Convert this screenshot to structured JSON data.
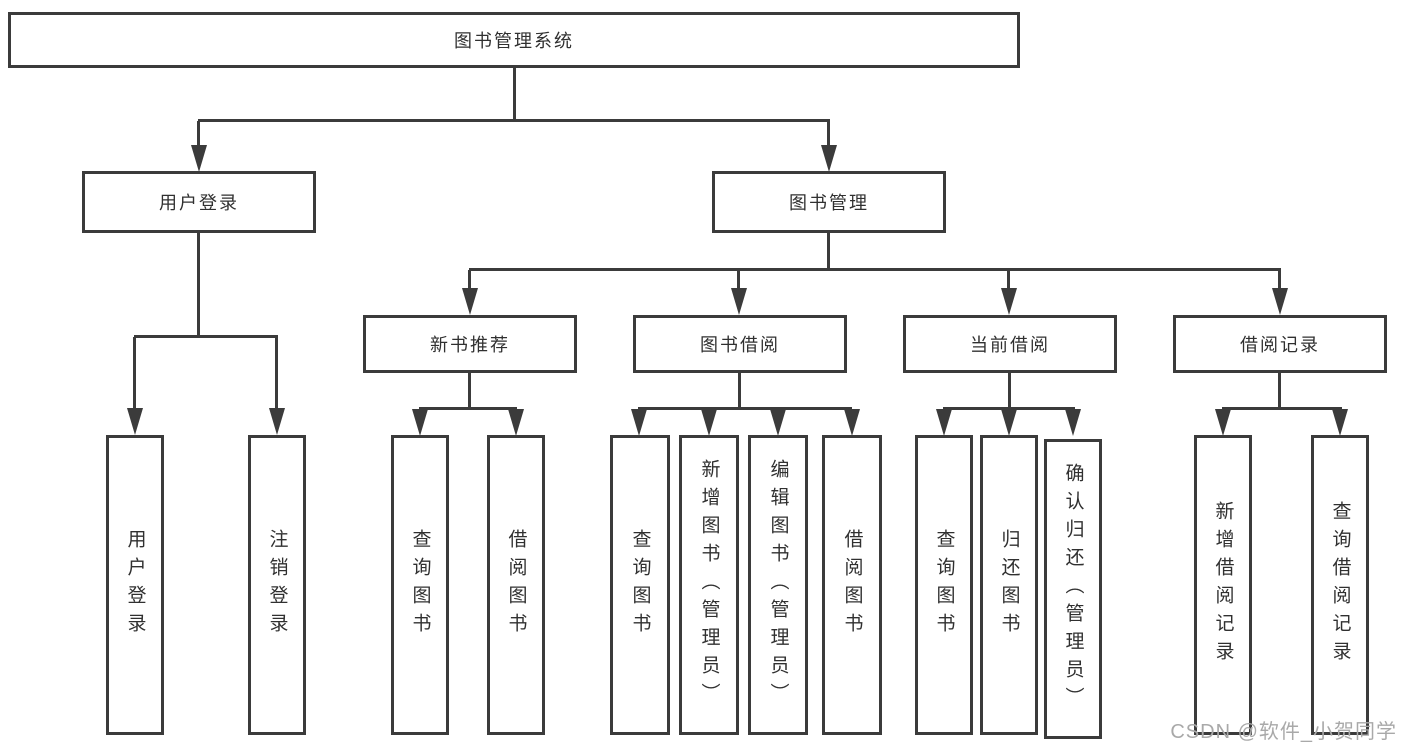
{
  "diagram_title": "图书管理系统",
  "tree": {
    "root": {
      "label": "图书管理系统",
      "children": [
        {
          "label": "用户登录",
          "children": [
            {
              "label": "用户登录"
            },
            {
              "label": "注销登录"
            }
          ]
        },
        {
          "label": "图书管理",
          "children": [
            {
              "label": "新书推荐",
              "children": [
                {
                  "label": "查询图书"
                },
                {
                  "label": "借阅图书"
                }
              ]
            },
            {
              "label": "图书借阅",
              "children": [
                {
                  "label": "查询图书"
                },
                {
                  "label": "新增图书（管理员）"
                },
                {
                  "label": "编辑图书（管理员）"
                },
                {
                  "label": "借阅图书"
                }
              ]
            },
            {
              "label": "当前借阅",
              "children": [
                {
                  "label": "查询图书"
                },
                {
                  "label": "归还图书"
                },
                {
                  "label": "确认归还（管理员）"
                }
              ]
            },
            {
              "label": "借阅记录",
              "children": [
                {
                  "label": "新增借阅记录"
                },
                {
                  "label": "查询借阅记录"
                }
              ]
            }
          ]
        }
      ]
    }
  },
  "watermark": {
    "text": "CSDN @软件_小贺同学"
  },
  "colors": {
    "line": "#3b3b3b",
    "box_border": "#3b3b3b",
    "box_background": "#ffffff",
    "text": "#303030",
    "watermark_text": "#a9a9a9"
  }
}
